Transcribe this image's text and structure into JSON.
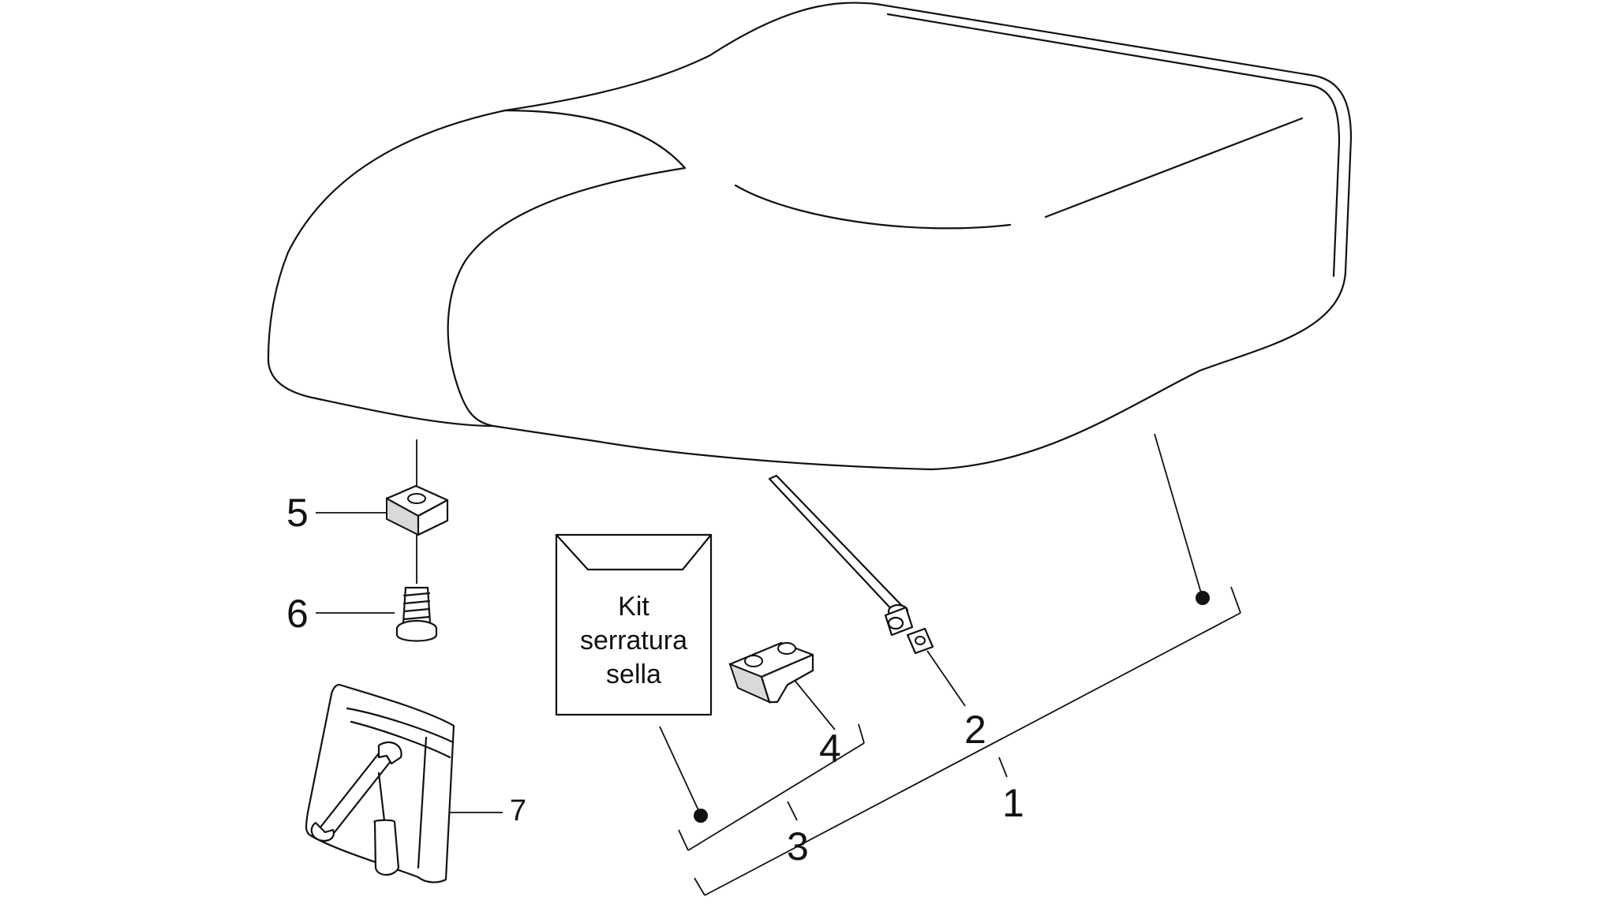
{
  "callouts": {
    "c1": "1",
    "c2": "2",
    "c3": "3",
    "c4": "4",
    "c5": "5",
    "c6": "6",
    "c7": "7"
  },
  "kit_label": {
    "line1": "Kit",
    "line2": "serratura",
    "line3": "sella"
  }
}
